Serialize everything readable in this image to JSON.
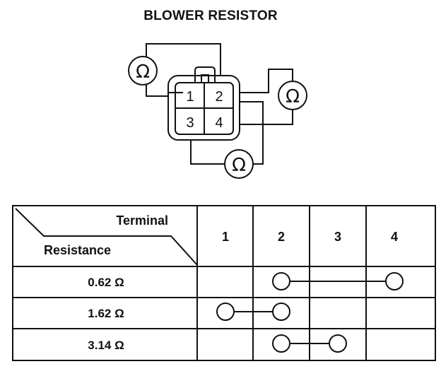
{
  "title": "BLOWER RESISTOR",
  "connector": {
    "terminals": [
      "1",
      "2",
      "3",
      "4"
    ],
    "ohm_symbol": "Ω"
  },
  "table": {
    "header_terminal": "Terminal",
    "header_resistance": "Resistance",
    "columns": [
      "1",
      "2",
      "3",
      "4"
    ],
    "rows": [
      {
        "label": "0.62 Ω",
        "connects": [
          "2",
          "4"
        ]
      },
      {
        "label": "1.62 Ω",
        "connects": [
          "1",
          "2"
        ]
      },
      {
        "label": "3.14 Ω",
        "connects": [
          "2",
          "3"
        ]
      }
    ]
  }
}
